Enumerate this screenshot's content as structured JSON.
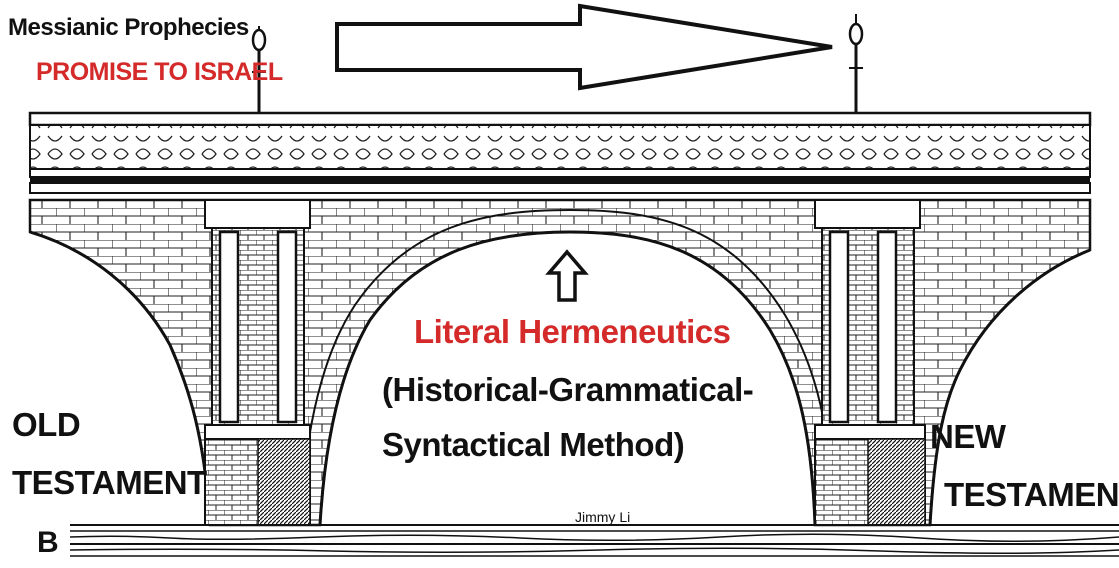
{
  "labels": {
    "top_left_title": "Messianic Prophecies",
    "top_left_subtitle": "PROMISE TO ISRAEL",
    "center_title": "Literal Hermeneutics",
    "center_line1": "(Historical-Grammatical-",
    "center_line2": "Syntactical Method)",
    "left_pier_line1": "OLD",
    "left_pier_line2": "TESTAMENT",
    "right_pier_line1": "NEW",
    "right_pier_line2": "TESTAMENT",
    "signature": "Jimmy Li",
    "plate_letter": "B"
  },
  "colors": {
    "accent": "#d42a2a",
    "ink": "#111111",
    "background": "#ffffff"
  },
  "icons": [
    "right-arrow-icon",
    "up-arrow-icon",
    "lamp-post-icon"
  ]
}
